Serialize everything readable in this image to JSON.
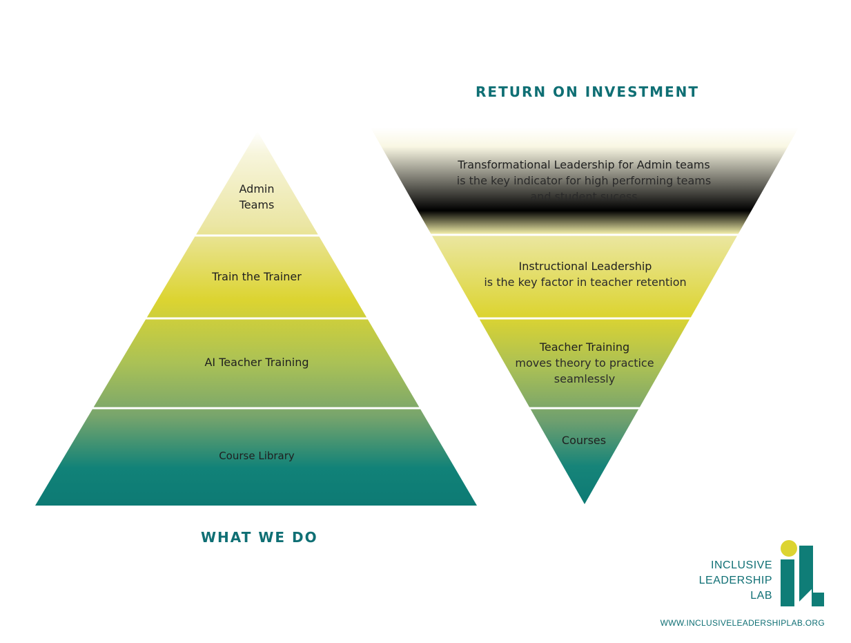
{
  "left_pyramid": {
    "heading": "WHAT WE DO",
    "tiers": [
      {
        "lines": [
          "Admin",
          "Teams"
        ]
      },
      {
        "lines": [
          "Train the Trainer"
        ]
      },
      {
        "lines": [
          "AI Teacher Training"
        ]
      },
      {
        "lines": [
          "Course Library"
        ]
      }
    ]
  },
  "right_pyramid": {
    "heading": "RETURN ON INVESTMENT",
    "tiers": [
      {
        "title": "Transformational Leadership for Admin teams",
        "desc": [
          "is the key indicator for high performing teams",
          "and student sucess"
        ]
      },
      {
        "title": "Instructional Leadership",
        "desc": [
          "is the key factor in teacher retention"
        ]
      },
      {
        "title": "Teacher Training",
        "desc": [
          "moves theory to practice",
          "seamlessly"
        ]
      },
      {
        "title": "Courses",
        "desc": []
      }
    ]
  },
  "logo": {
    "line1": "INCLUSIVE",
    "line2": "LEADERSHIP",
    "line3": "LAB",
    "url": "WWW.INCLUSIVELEADERSHIPLAB.ORG"
  },
  "colors": {
    "teal": "#0f7d77",
    "olive": "#a7bd57",
    "yellow": "#dcd430",
    "cream": "#f6f4d8",
    "heading": "#0f6f74"
  }
}
